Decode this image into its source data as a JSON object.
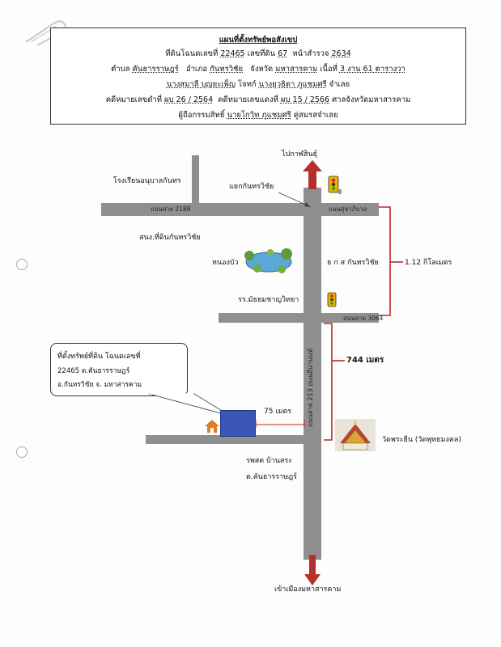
{
  "header": {
    "title": "แผนที่ตั้งทรัพย์พอสังเขป",
    "line2": {
      "a": "ที่ดินโฉนดเลขที่",
      "deed_no": "22465",
      "b": "เลขที่ดิน",
      "land_no": "67",
      "c": "หน้าสำรวจ",
      "survey_no": "2634"
    },
    "line3": {
      "a": "ตำบล",
      "subdistrict": "คันธารราษฎร์",
      "b": "อำเภอ",
      "district": "กันทรวิชัย",
      "c": "จังหวัด",
      "province": "มหาสารคาม",
      "d": "เนื้อที่",
      "area": "3 งาน 61 ตารางวา"
    },
    "line4": {
      "a": "นางสุมาลี บุญยะเพ็ญ",
      "b": "โจทก์",
      "c": "นางยุวธิดา ภูแชมศรี",
      "d": "จำเลย"
    },
    "line5": {
      "a": "คดีหมายเลขดำที่",
      "black_case": "ผบ 26 / 2564",
      "b": "คดีหมายเลขแดงที่",
      "red_case": "ผบ 15 / 2566",
      "c": "ศาลจังหวัดมหาสารคาม"
    },
    "line6": {
      "a": "ผู้ถือกรรมสิทธิ์",
      "owner": "นายโกวิท ภูแชมศรี",
      "b": "คู่สมรสจำเลย"
    }
  },
  "map": {
    "to_north": "ไปกาฬสินธุ์",
    "junction": "แยกกันทรวิชัย",
    "school_top": "โรงเรียนอนุบาลกันทร",
    "road_2188": "ถนนสาย 2188",
    "road_sukhaphiban": "ถนนสุขาภิบาล",
    "land_office": "สนง.ที่ดินกันทรวิชัย",
    "pond": "หนองบัว",
    "bank": "ธ ก ส กันทรวิชัย",
    "dist_112": "1.12 กิโลเมตร",
    "school_mid": "รร.มัธยมชาญวิทยา",
    "road_3064": "ถนนสาย 3064",
    "road_213": "ถนนสาย 213 ถนนถีนานนท์",
    "dist_744": "744 เมตร",
    "dist_75": "75 เมตร",
    "temple": "วัดพระยืน (วัดพุทธมงคล)",
    "health_1": "รพสต บ้านสระ",
    "health_2": "ต.คันธารราษฎร์",
    "to_south": "เข้าเมืองมหาสารคาม",
    "callout": {
      "l1": "ที่ตั้งทรัพย์ที่ดิน โฉนดเลขที่",
      "l2": "22465 ต.คันธารราษฎร์",
      "l3": "อ.กันทรวิชัย  จ. มหาสารคาม"
    }
  },
  "colors": {
    "road": "#8f8f8f",
    "arrow": "#b5302a",
    "bracket": "#c0282c",
    "property": "#3a57b8",
    "house": "#e07b2a"
  }
}
